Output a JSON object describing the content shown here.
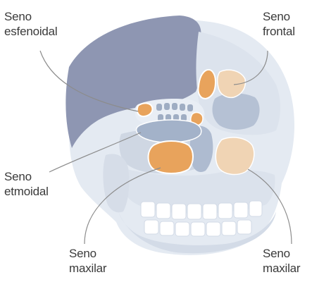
{
  "labels": {
    "sphenoid": {
      "line1": "Seno",
      "line2": "esfenoidal"
    },
    "frontal": {
      "line1": "Seno",
      "line2": "frontal"
    },
    "ethmoid": {
      "line1": "Seno",
      "line2": "etmoidal"
    },
    "maxillary_left": {
      "line1": "Seno",
      "line2": "maxilar"
    },
    "maxillary_right": {
      "line1": "Seno",
      "line2": "maxilar"
    }
  },
  "colors": {
    "skull": "#dfe6ef",
    "skull_shadow": "#c9d3e1",
    "skull_dark": "#8c95b1",
    "sinus_orange": "#e8a35c",
    "sinus_beige": "#f0d4b4",
    "ethmoid_blue": "#a7b4c9",
    "leader_line": "#8c8c8c",
    "text": "#3a3a3a"
  }
}
